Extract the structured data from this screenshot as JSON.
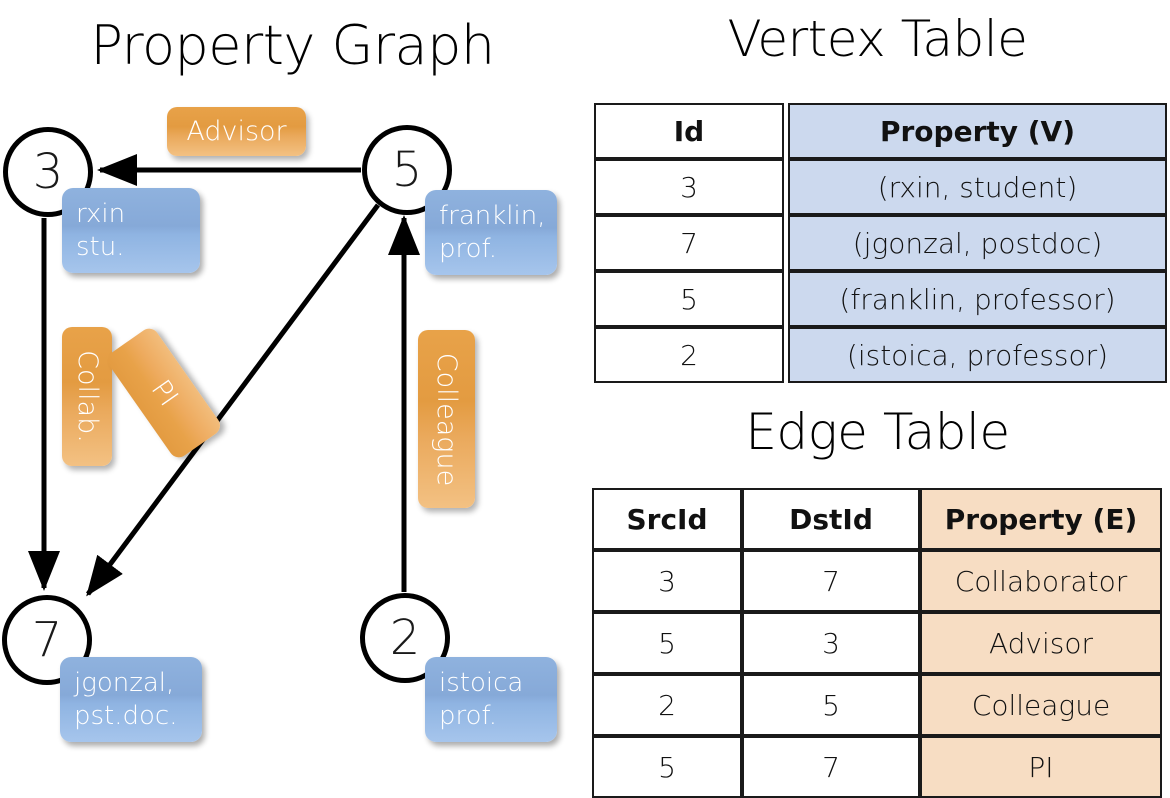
{
  "titles": {
    "property_graph": "Property Graph",
    "vertex_table": "Vertex Table",
    "edge_table": "Edge Table"
  },
  "graph": {
    "nodes": [
      {
        "id": "3",
        "property_line1": "rxin",
        "property_line2": "stu."
      },
      {
        "id": "5",
        "property_line1": "franklin,",
        "property_line2": "prof."
      },
      {
        "id": "7",
        "property_line1": "jgonzal,",
        "property_line2": "pst.doc."
      },
      {
        "id": "2",
        "property_line1": "istoica",
        "property_line2": "prof."
      }
    ],
    "edge_labels": {
      "advisor": "Advisor",
      "collab": "Collab.",
      "pi": "PI",
      "colleague": "Colleague"
    },
    "edges": [
      {
        "src": "5",
        "dst": "3",
        "label": "Advisor"
      },
      {
        "src": "3",
        "dst": "7",
        "label": "Collab."
      },
      {
        "src": "5",
        "dst": "7",
        "label": "PI"
      },
      {
        "src": "2",
        "dst": "5",
        "label": "Colleague"
      }
    ]
  },
  "vertex_table": {
    "headers": [
      "Id",
      "Property (V)"
    ],
    "rows": [
      {
        "id": "3",
        "property": "(rxin, student)"
      },
      {
        "id": "7",
        "property": "(jgonzal, postdoc)"
      },
      {
        "id": "5",
        "property": "(franklin, professor)"
      },
      {
        "id": "2",
        "property": "(istoica, professor)"
      }
    ]
  },
  "edge_table": {
    "headers": [
      "SrcId",
      "DstId",
      "Property (E)"
    ],
    "rows": [
      {
        "src": "3",
        "dst": "7",
        "property": "Collaborator"
      },
      {
        "src": "5",
        "dst": "3",
        "property": "Advisor"
      },
      {
        "src": "2",
        "dst": "5",
        "property": "Colleague"
      },
      {
        "src": "5",
        "dst": "7",
        "property": "PI"
      }
    ]
  },
  "colors": {
    "node_property_blue": "#8fb2de",
    "edge_label_orange": "#e8a249",
    "vertex_table_cell": "#ccd9ee",
    "edge_table_cell": "#f7ddc3",
    "stroke": "#000000"
  }
}
